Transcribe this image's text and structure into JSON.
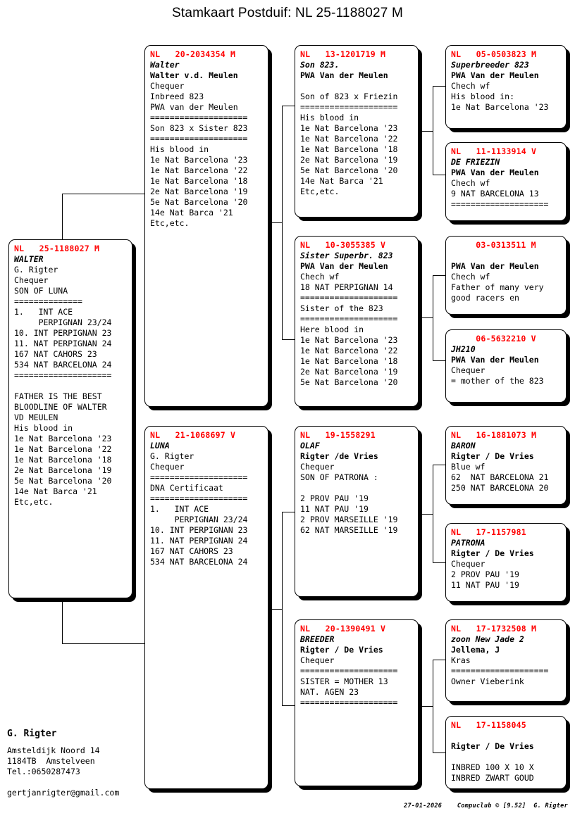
{
  "title": "Stamkaart Postduif: NL  25-1188027 M",
  "subject": {
    "header": "NL   25-1188027 M",
    "name": "WALTER",
    "lines": [
      "G. Rigter",
      "Chequer",
      "SON OF LUNA",
      "==============",
      "1.   INT ACE",
      "     PERPIGNAN 23/24",
      "10. INT PERPIGNAN 23",
      "11. NAT PERPIGNAN 24",
      "167 NAT CAHORS 23",
      "534 NAT BARCELONA 24",
      "====================",
      "",
      "FATHER IS THE BEST",
      "BLOODLINE OF WALTER",
      "VD MEULEN",
      "His blood in",
      "1e Nat Barcelona '23",
      "1e Nat Barcelona '22",
      "1e Nat Barcelona '18",
      "2e Nat Barcelona '19",
      "5e Nat Barcelona '20",
      "14e Nat Barca '21",
      "Etc,etc."
    ]
  },
  "gen2": [
    {
      "id": "sire",
      "header": "NL   20-2034354 M",
      "name": "Walter",
      "bold": "Walter v.d. Meulen",
      "lines": [
        "Chequer",
        "Inbreed 823",
        "PWA van der Meulen",
        "====================",
        "Son 823 x Sister 823",
        "====================",
        "His blood in",
        "1e Nat Barcelona '23",
        "1e Nat Barcelona '22",
        "1e Nat Barcelona '18",
        "2e Nat Barcelona '19",
        "5e Nat Barcelona '20",
        "14e Nat Barca '21",
        "Etc,etc."
      ]
    },
    {
      "id": "dam",
      "header": "NL   21-1068697 V",
      "name": "LUNA",
      "bold": "",
      "lines": [
        "G. Rigter",
        "Chequer",
        "====================",
        "DNA Certificaat",
        "====================",
        "1.   INT ACE",
        "     PERPIGNAN 23/24",
        "10. INT PERPIGNAN 23",
        "11. NAT PERPIGNAN 24",
        "167 NAT CAHORS 23",
        "534 NAT BARCELONA 24"
      ]
    }
  ],
  "gen3": [
    {
      "id": "ss",
      "header": "NL   13-1201719 M",
      "name": "Son 823.",
      "bold": "PWA Van der Meulen",
      "lines": [
        "",
        "Son of 823 x Friezin",
        "====================",
        "His blood in",
        "1e Nat Barcelona '23",
        "1e Nat Barcelona '22",
        "1e Nat Barcelona '18",
        "2e Nat Barcelona '19",
        "5e Nat Barcelona '20",
        "14e Nat Barca '21",
        "Etc,etc."
      ]
    },
    {
      "id": "sd",
      "header": "NL   10-3055385 V",
      "name": "Sister Superbr. 823",
      "bold": "PWA Van der Meulen",
      "lines": [
        "Chech wf",
        "18 NAT PERPIGNAN 14",
        "====================",
        "Sister of the 823",
        "====================",
        "Here blood in",
        "1e Nat Barcelona '23",
        "1e Nat Barcelona '22",
        "1e Nat Barcelona '18",
        "2e Nat Barcelona '19",
        "5e Nat Barcelona '20"
      ]
    },
    {
      "id": "ds",
      "header": "NL   19-1558291",
      "name": "OLAF",
      "bold": "Rigter /de Vries",
      "lines": [
        "Chequer",
        "SON OF PATRONA :",
        "",
        "2 PROV PAU '19",
        "11 NAT PAU '19",
        "2 PROV MARSEILLE '19",
        "62 NAT MARSEILLE '19"
      ]
    },
    {
      "id": "dd",
      "header": "NL   20-1390491 V",
      "name": "BREEDER",
      "bold": "Rigter / De Vries",
      "lines": [
        "Chequer",
        "====================",
        "SISTER = MOTHER 13",
        "NAT. AGEN 23",
        "===================="
      ]
    }
  ],
  "gen4": [
    {
      "id": "sss",
      "header": "NL   05-0503823 M",
      "header_center": false,
      "name": "Superbreeder 823",
      "bold": "PWA Van der Meulen",
      "lines": [
        "Chech wf",
        "His blood in:",
        "1e Nat Barcelona '23"
      ]
    },
    {
      "id": "ssd",
      "header": "NL   11-1133914 V",
      "header_center": false,
      "name": "DE FRIEZIN",
      "bold": "PWA Van der Meulen",
      "lines": [
        "Chech wf",
        "9 NAT BARCELONA 13",
        "===================="
      ]
    },
    {
      "id": "sds",
      "header": "03-0313511 M",
      "header_center": true,
      "name": "",
      "bold": "PWA Van der Meulen",
      "lines": [
        "Chech wf",
        "Father of many very",
        "good racers en"
      ]
    },
    {
      "id": "sdd",
      "header": "06-5632210 V",
      "header_center": true,
      "name": "JH210",
      "bold": "PWA Van der Meulen",
      "lines": [
        "Chequer",
        "= mother of the 823"
      ]
    },
    {
      "id": "dss",
      "header": "NL   16-1881073 M",
      "header_center": false,
      "name": "BARON",
      "bold": "Rigter / De Vries",
      "lines": [
        "Blue wf",
        "62  NAT BARCELONA 21",
        "250 NAT BARCELONA 20"
      ]
    },
    {
      "id": "dsd",
      "header": "NL   17-1157981",
      "header_center": false,
      "name": "PATRONA",
      "bold": "Rigter / De Vries",
      "lines": [
        "Chequer",
        "2 PROV PAU '19",
        "11 NAT PAU '19"
      ]
    },
    {
      "id": "dds",
      "header": "NL   17-1732508 M",
      "header_center": false,
      "name": "zoon New Jade 2",
      "bold": "Jellema, J",
      "lines": [
        "Kras",
        "====================",
        "Owner Vieberink"
      ]
    },
    {
      "id": "ddd",
      "header": "NL   17-1158045",
      "header_center": false,
      "name": "",
      "bold": "Rigter / De Vries",
      "lines": [
        "",
        "INBRED 100 X 10 X",
        "INBRED ZWART GOUD"
      ]
    }
  ],
  "footer": {
    "owner": "G. Rigter",
    "address1": "Amsteldijk Noord 14",
    "address2": "1184TB  Amstelveen",
    "phone": "Tel.:0650287473",
    "email": "gertjanrigter@gmail.com",
    "credit": "27-01-2026    Compuclub © [9.52]  G. Rigter"
  }
}
